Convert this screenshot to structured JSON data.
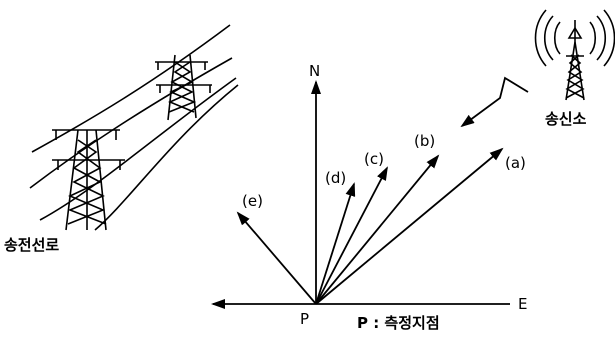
{
  "diagram": {
    "compass": {
      "north": "N",
      "east": "E",
      "origin": "P",
      "origin_caption": "P : 측정지점"
    },
    "vectors": [
      {
        "id": "a",
        "label": "(a)"
      },
      {
        "id": "b",
        "label": "(b)"
      },
      {
        "id": "c",
        "label": "(c)"
      },
      {
        "id": "d",
        "label": "(d)"
      },
      {
        "id": "e",
        "label": "(e)"
      }
    ],
    "transmitter_label": "송신소",
    "power_line_label": "송전선로"
  }
}
